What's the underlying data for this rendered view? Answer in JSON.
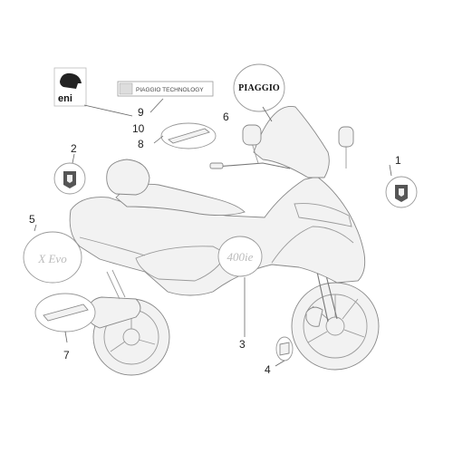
{
  "callouts": [
    {
      "num": "1"
    },
    {
      "num": "2"
    },
    {
      "num": "3"
    },
    {
      "num": "4"
    },
    {
      "num": "5"
    },
    {
      "num": "6"
    },
    {
      "num": "7"
    },
    {
      "num": "8"
    },
    {
      "num": "9"
    },
    {
      "num": "10"
    }
  ],
  "decals": {
    "brand_wordmark": "PIAGGIO",
    "technology_label": "PIAGGIO TECHNOLOGY",
    "sponsor_text": "eni",
    "side_model_badge": "400ie",
    "rear_model_badge": "X Evo"
  },
  "colors": {
    "line": "#9a9a9a",
    "fill": "#f2f2f2",
    "text": "#222222"
  }
}
